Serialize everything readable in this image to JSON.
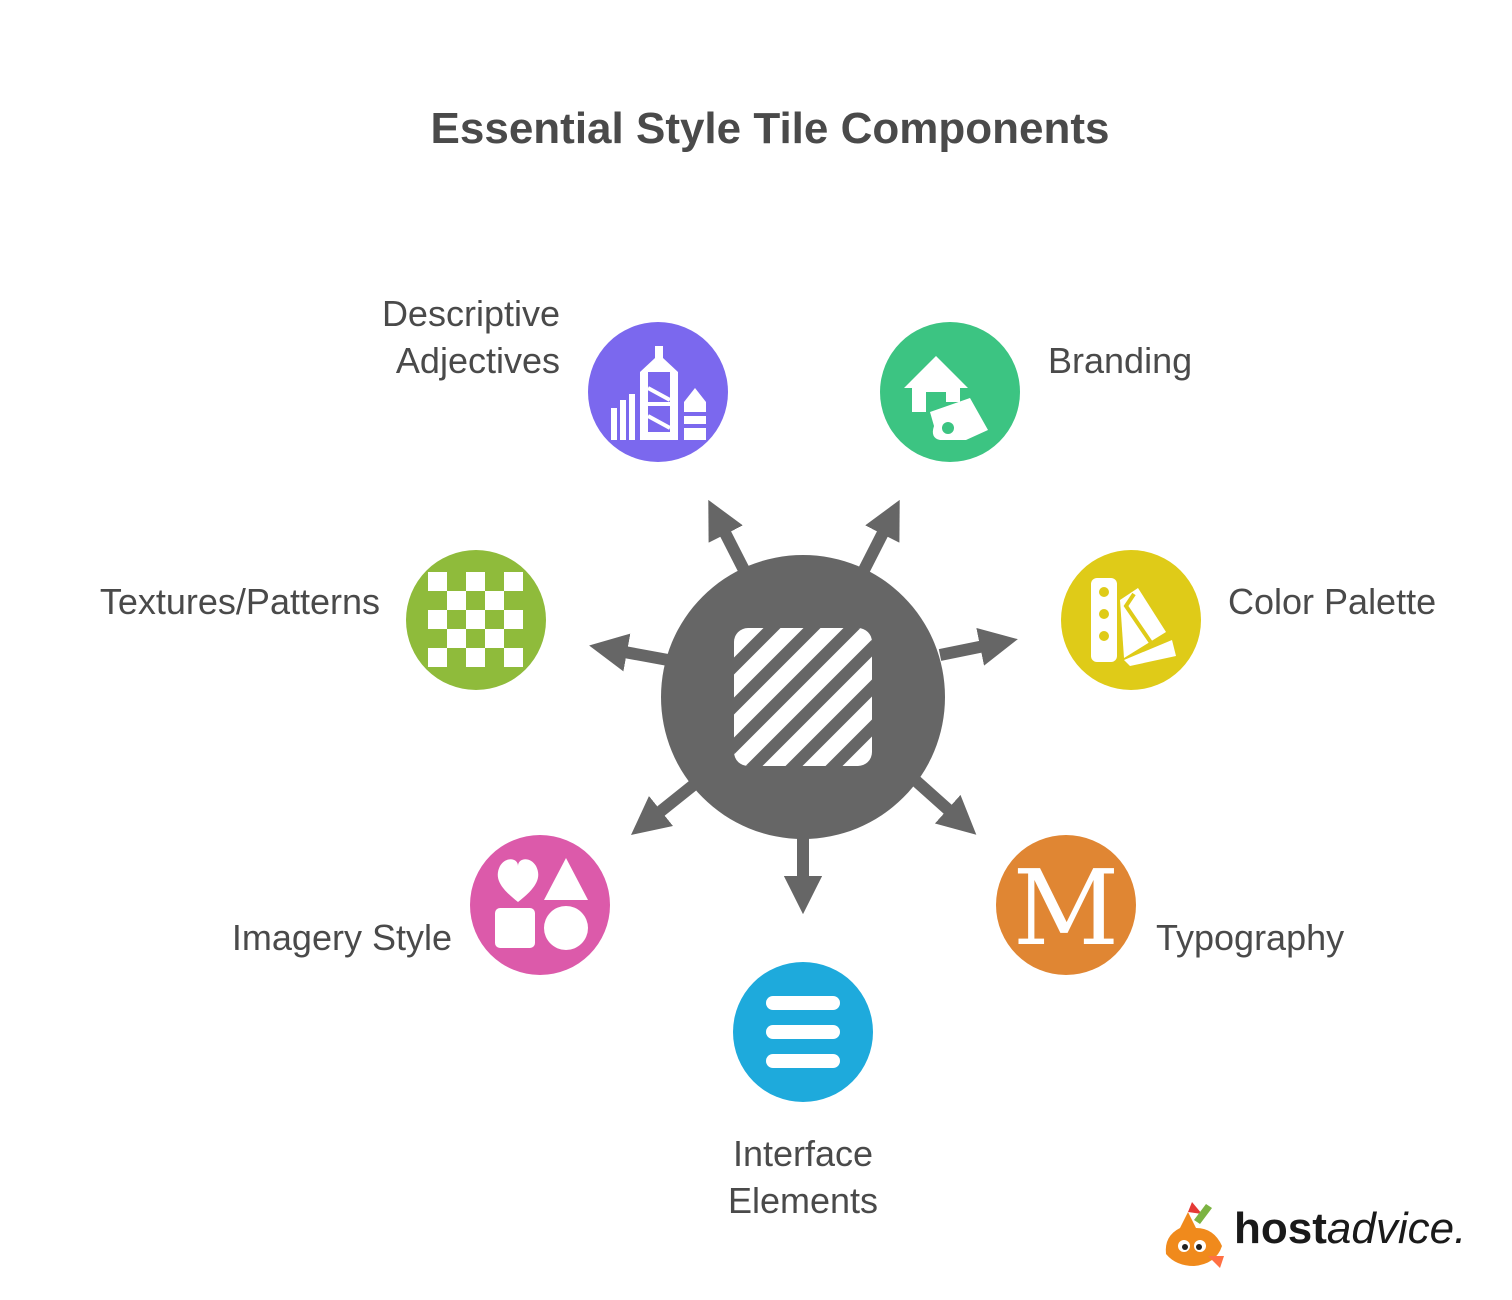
{
  "title": "Essential Style Tile Components",
  "center": {
    "icon": "diagonal-stripes-icon",
    "color": "#666666"
  },
  "nodes": [
    {
      "id": "descriptive-adjectives",
      "label_lines": [
        "Descriptive",
        "Adjectives"
      ],
      "color": "#7b68ee",
      "icon": "buildings-icon"
    },
    {
      "id": "branding",
      "label_lines": [
        "Branding"
      ],
      "color": "#3cc482",
      "icon": "house-megaphone-icon"
    },
    {
      "id": "color-palette",
      "label_lines": [
        "Color Palette"
      ],
      "color": "#dfcb18",
      "icon": "swatch-fan-icon"
    },
    {
      "id": "typography",
      "label_lines": [
        "Typography"
      ],
      "color": "#e08633",
      "icon": "serif-m-icon"
    },
    {
      "id": "interface-elements",
      "label_lines": [
        "Interface",
        "Elements"
      ],
      "color": "#1eaadc",
      "icon": "hamburger-menu-icon"
    },
    {
      "id": "imagery-style",
      "label_lines": [
        "Imagery Style"
      ],
      "color": "#dc5aaa",
      "icon": "shapes-icon"
    },
    {
      "id": "textures-patterns",
      "label_lines": [
        "Textures/Patterns"
      ],
      "color": "#8fbb3b",
      "icon": "checkerboard-icon"
    }
  ],
  "logo": {
    "bold": "host",
    "italic": "advice."
  }
}
